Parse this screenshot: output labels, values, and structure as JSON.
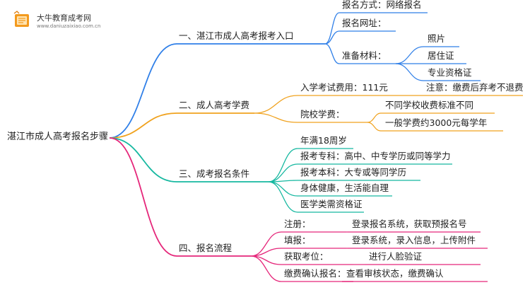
{
  "logo": {
    "name": "大牛教育成考网",
    "url": "www.daniuzaixiao.com.cn"
  },
  "root": "湛江市成人高考报名步骤",
  "colors": {
    "branch1": "#2F7FE8",
    "branch2": "#F0A21E",
    "branch3": "#16B8A0",
    "branch4": "#E5267A",
    "logo_orange": "#F39A1E"
  },
  "branches": [
    {
      "label": "一、湛江市成人高考报考入口",
      "children": [
        {
          "label": "报名方式：网络报名"
        },
        {
          "label": "报名网址："
        },
        {
          "label": "准备材料：",
          "children": [
            {
              "label": "照片"
            },
            {
              "label": "居住证"
            },
            {
              "label": "专业资格证"
            }
          ]
        }
      ]
    },
    {
      "label": "二、成人高考学费",
      "children": [
        {
          "label": "入学考试费用：111元",
          "children": [
            {
              "label": "注意：缴费后弃考不退费"
            }
          ]
        },
        {
          "label": "院校学费：",
          "children": [
            {
              "label": "不同学校收费标准不同"
            },
            {
              "label": "一般学费约3000元每学年"
            }
          ]
        }
      ]
    },
    {
      "label": "三、成考报名条件",
      "children": [
        {
          "label": "年满18周岁"
        },
        {
          "label": "报考专科：高中、中专学历或同等学力"
        },
        {
          "label": "报考本科：大专或等同学历"
        },
        {
          "label": "身体健康，生活能自理"
        },
        {
          "label": "医学类需资格证"
        }
      ]
    },
    {
      "label": "四、报名流程",
      "children": [
        {
          "label": "注册：",
          "children": [
            {
              "label": "登录报名系统，获取预报名号"
            }
          ]
        },
        {
          "label": "填报：",
          "children": [
            {
              "label": "登录系统，录入信息，上传附件"
            }
          ]
        },
        {
          "label": "获取考位：",
          "children": [
            {
              "label": "进行人脸验证"
            }
          ]
        },
        {
          "label": "缴费确认报名：",
          "children": [
            {
              "label": "查看审核状态，缴费确认"
            }
          ]
        }
      ]
    }
  ]
}
